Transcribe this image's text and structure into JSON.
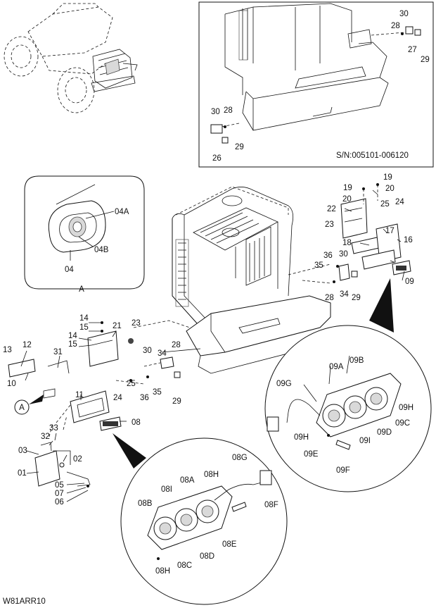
{
  "diagram_code": "W81ARR10",
  "serial_note": "S/N:005101-006120",
  "detail_label": "A",
  "callout_marker": "A",
  "parts": {
    "p01": "01",
    "p02": "02",
    "p03": "03",
    "p04": "04",
    "p04A": "04A",
    "p04B": "04B",
    "p05": "05",
    "p06": "06",
    "p07": "07",
    "p08": "08",
    "p08A": "08A",
    "p08B": "08B",
    "p08C": "08C",
    "p08D": "08D",
    "p08E": "08E",
    "p08F": "08F",
    "p08G": "08G",
    "p08H1": "08H",
    "p08H2": "08H",
    "p08I": "08I",
    "p09": "09",
    "p09A": "09A",
    "p09B": "09B",
    "p09C": "09C",
    "p09D": "09D",
    "p09E": "09E",
    "p09F": "09F",
    "p09G": "09G",
    "p09H1": "09H",
    "p09H2": "09H",
    "p09I": "09I",
    "p10": "10",
    "p11": "11",
    "p12": "12",
    "p13": "13",
    "p14a": "14",
    "p14b": "14",
    "p15a": "15",
    "p15b": "15",
    "p16": "16",
    "p17": "17",
    "p18": "18",
    "p19a": "19",
    "p19b": "19",
    "p20a": "20",
    "p20b": "20",
    "p21": "21",
    "p22": "22",
    "p23a": "23",
    "p23b": "23",
    "p24a": "24",
    "p24b": "24",
    "p25a": "25",
    "p25b": "25",
    "p26": "26",
    "p27": "27",
    "p28a": "28",
    "p28b": "28",
    "p28c": "28",
    "p28d": "28",
    "p29a": "29",
    "p29b": "29",
    "p29c": "29",
    "p29d": "29",
    "p30a": "30",
    "p30b": "30",
    "p30c": "30",
    "p30d": "30",
    "p31": "31",
    "p32": "32",
    "p33": "33",
    "p34a": "34",
    "p34b": "34",
    "p35a": "35",
    "p35b": "35",
    "p36a": "36",
    "p36b": "36"
  }
}
